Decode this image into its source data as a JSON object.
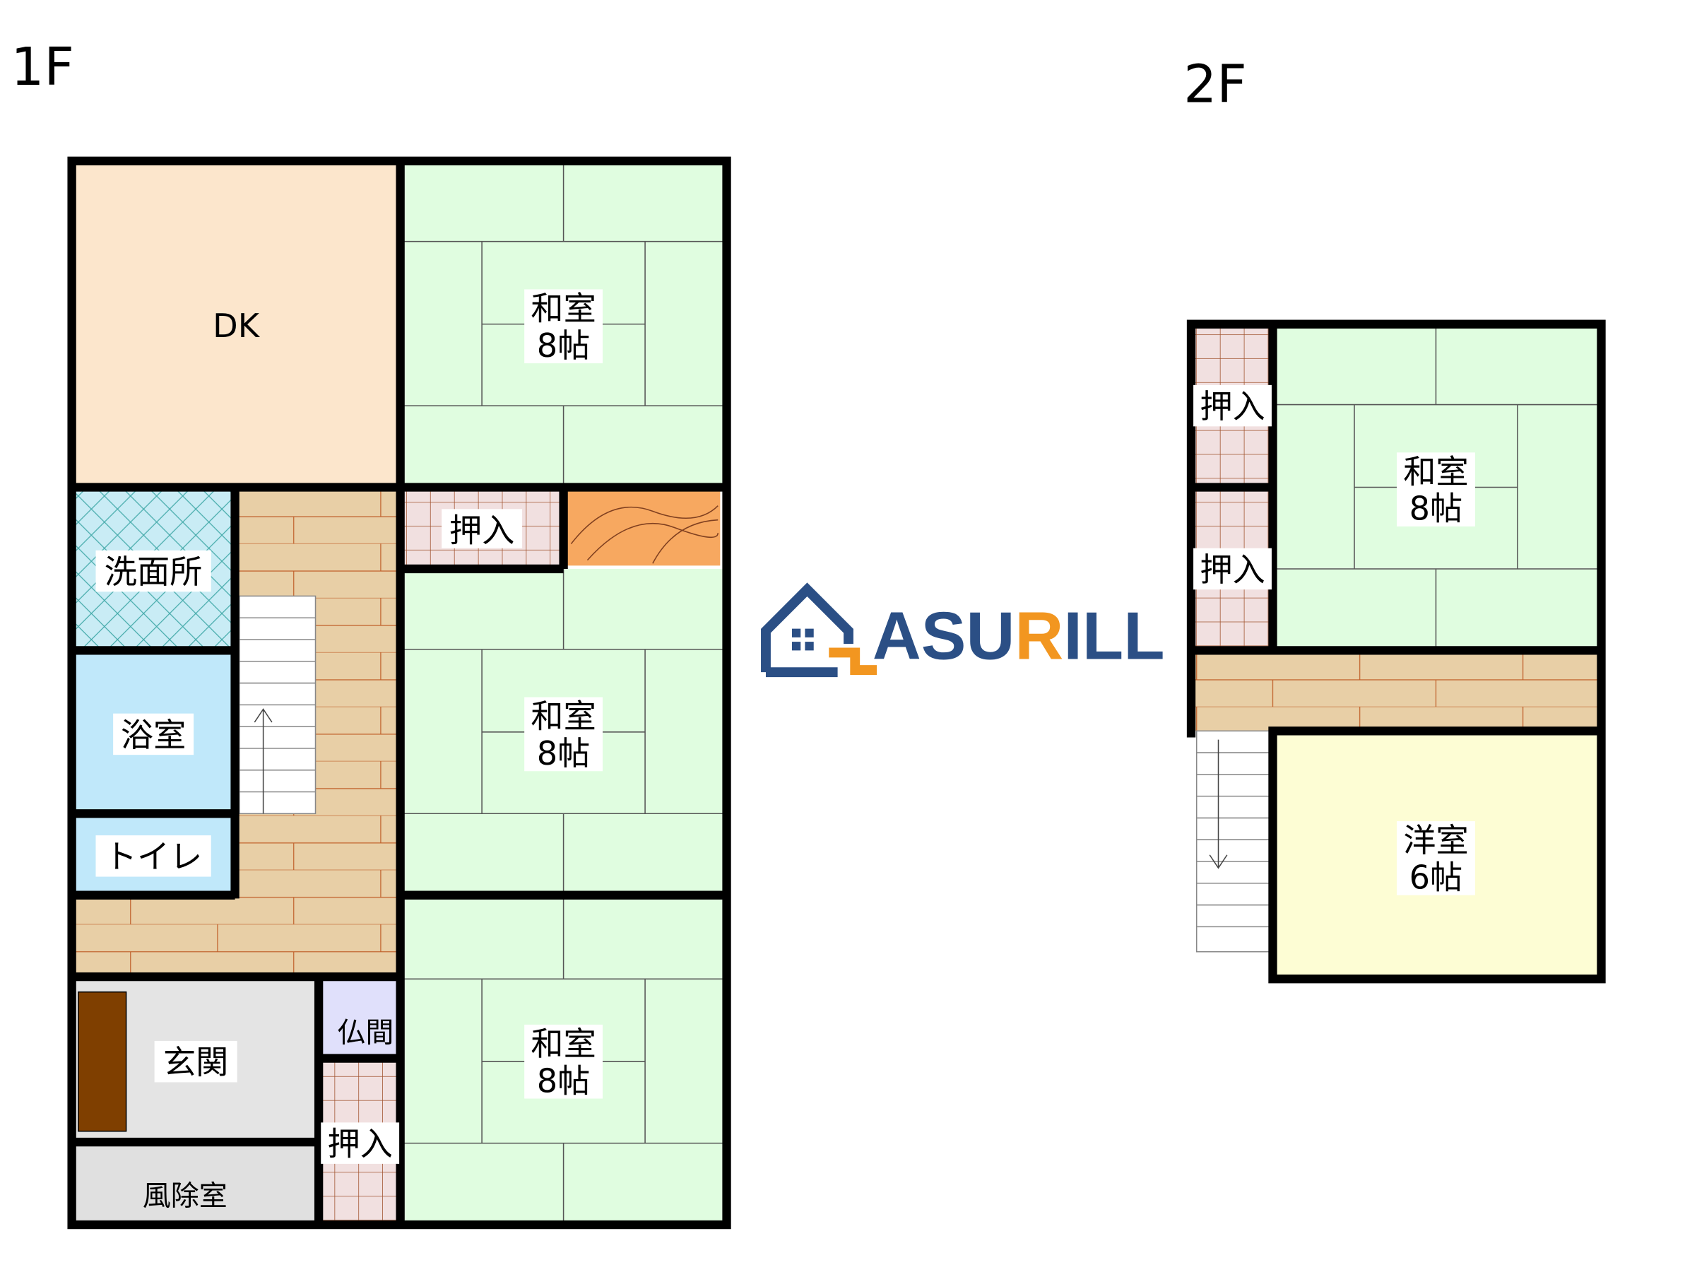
{
  "floors": {
    "first": {
      "label": "1F",
      "rooms": {
        "dk": "DK",
        "washitsu_top": {
          "name": "和室",
          "size": "8帖"
        },
        "oshiire_top": "押入",
        "washitsu_mid": {
          "name": "和室",
          "size": "8帖"
        },
        "washitsu_bottom": {
          "name": "和室",
          "size": "8帖"
        },
        "senmenjo": "洗面所",
        "yokushitsu": "浴室",
        "toilet": "トイレ",
        "genkan": "玄関",
        "fujoshitsu": "風除室",
        "butsuma": "仏間",
        "oshiire_bottom": "押入"
      }
    },
    "second": {
      "label": "2F",
      "rooms": {
        "oshiire_1": "押入",
        "oshiire_2": "押入",
        "washitsu": {
          "name": "和室",
          "size": "8帖"
        },
        "youshitsu": {
          "name": "洋室",
          "size": "6帖"
        }
      }
    }
  },
  "logo": {
    "text_a": "ASU",
    "text_b": "R",
    "text_c": "ILL",
    "primary_color": "#2b4f85",
    "accent_color": "#f29620"
  },
  "colors": {
    "dk": "#fce6cc",
    "tatami": "#e0fde0",
    "wood": "#e8cfa6",
    "bath": "#c0e8fa",
    "genkan": "#e4e4e4",
    "butsuma": "#e0e0fb",
    "youshitsu": "#fdfdd4",
    "closet": "#f1e0e0"
  }
}
